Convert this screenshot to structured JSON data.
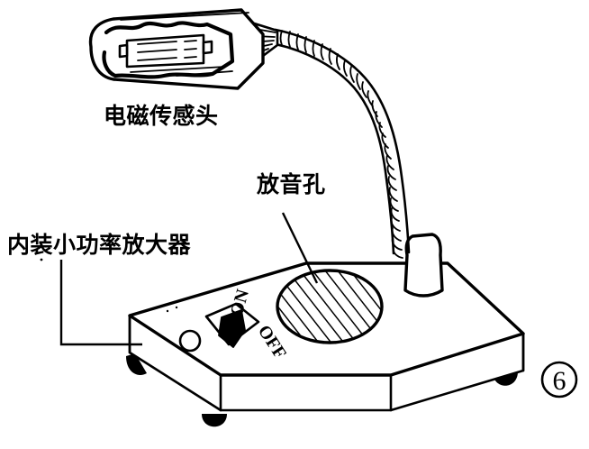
{
  "figure": {
    "kind": "technical-line-drawing",
    "subject": "gooseneck electromagnetic sensor microphone with built-in amplifier base",
    "number_label": "⑥",
    "style": "black and white line art, no color fills except solid black details"
  },
  "labels": {
    "sensor_head": "电磁传感头",
    "sound_hole": "放音孔",
    "amplifier": "内装小功率放大器"
  },
  "switch": {
    "on_label": "ON",
    "off_label": "OFF"
  },
  "colors": {
    "ink": "#000000",
    "paper": "#ffffff"
  },
  "parts": {
    "sensor_head": "电磁传感头",
    "gooseneck": "flexible coiled neck",
    "pedestal": "conical neck mount",
    "speaker_grille": "放音孔",
    "toggle_switch": "ON / OFF toggle switch",
    "indicator": "indicator lamp",
    "base": "内装小功率放大器",
    "feet": "rubber feet"
  }
}
